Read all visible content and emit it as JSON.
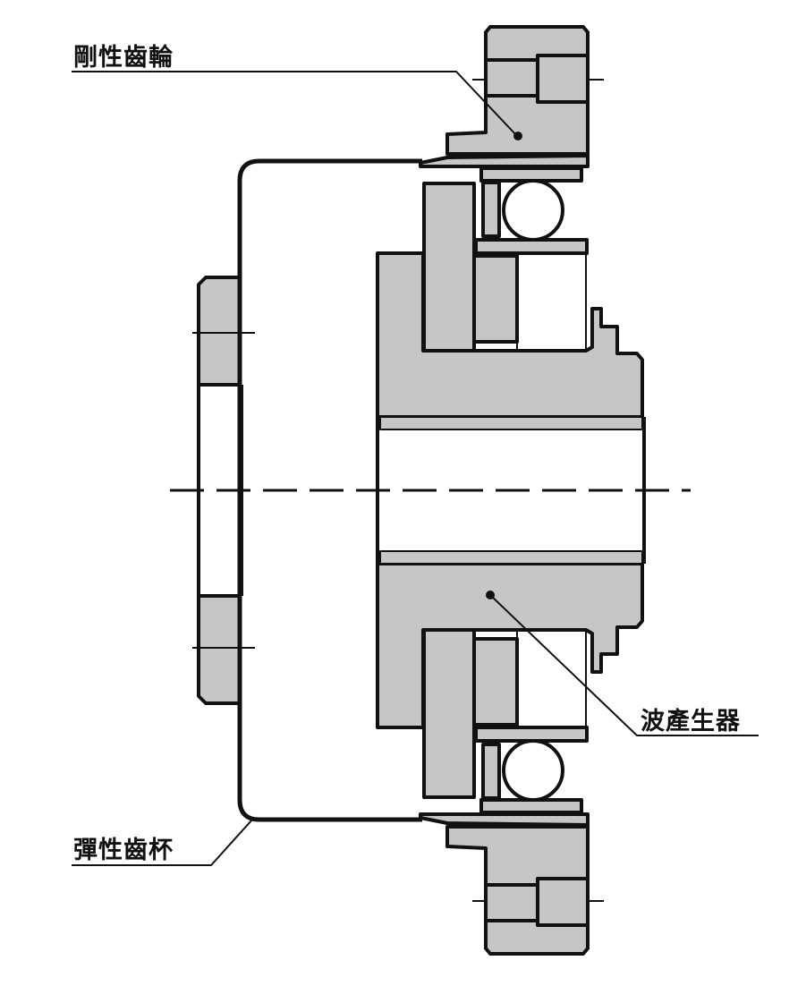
{
  "labels": {
    "rigid_gear": "剛性齒輪",
    "wave_generator": "波產生器",
    "flexspline_cup": "彈性齒杯"
  },
  "colors": {
    "part_fill": "#c6c6c6",
    "outline": "#111111"
  }
}
